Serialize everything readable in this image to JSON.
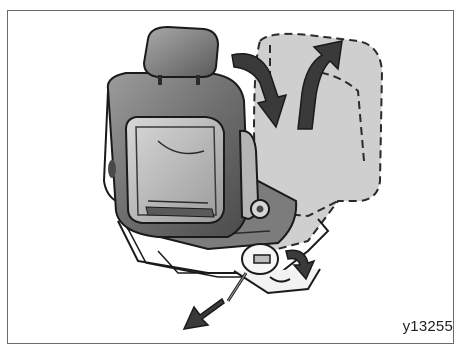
{
  "figure": {
    "reference_code": "y13255",
    "colors": {
      "frame_border": "#6b6b6b",
      "seat_shadow": "#4a4a4a",
      "seat_mid": "#8a8a8a",
      "seat_light": "#c8c8c8",
      "seat_highlight": "#e8e8e8",
      "folded_seat_fill": "#c9c9c9",
      "arrow_fill": "#3a3a3a",
      "line": "#1a1a1a"
    },
    "icons": [
      "headrest-fold-arrow",
      "seatback-raise-arrow",
      "lever-rotate-arrow",
      "pull-direction-arrow"
    ]
  }
}
